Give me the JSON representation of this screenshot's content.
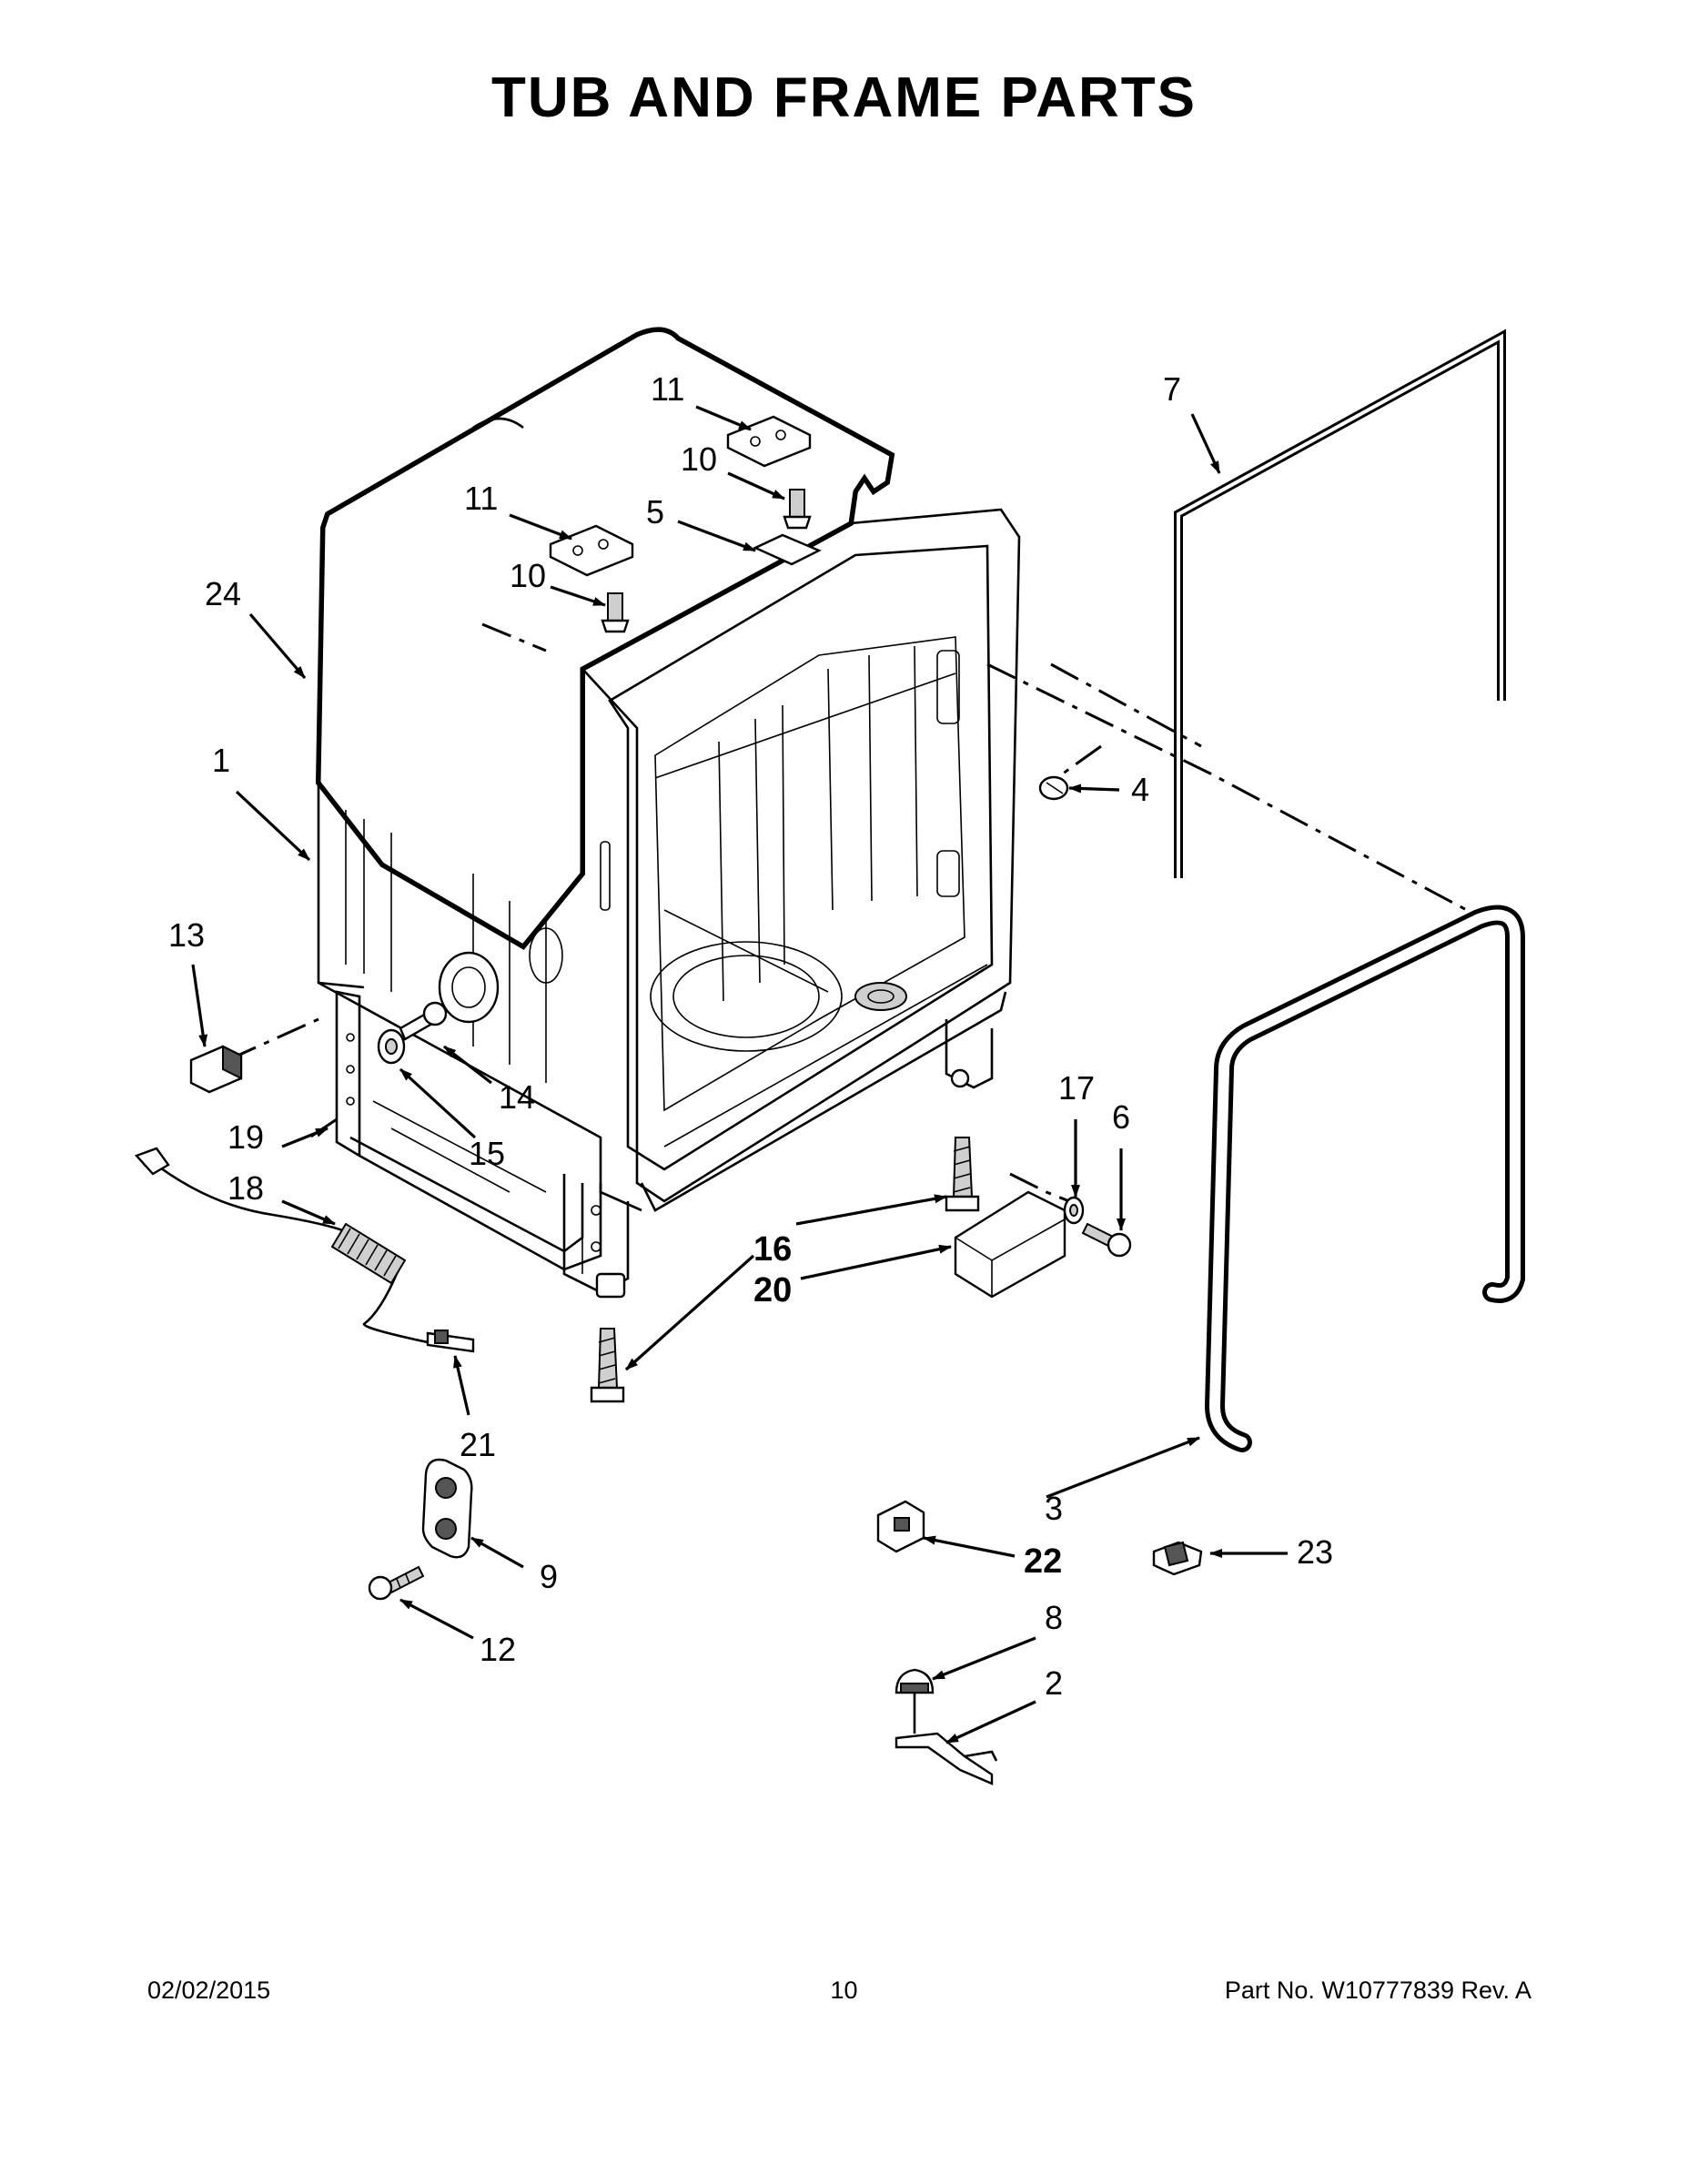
{
  "title": "TUB AND FRAME PARTS",
  "callouts": {
    "c1": "1",
    "c2": "2",
    "c3": "3",
    "c4": "4",
    "c5": "5",
    "c6": "6",
    "c7": "7",
    "c8": "8",
    "c9": "9",
    "c10a": "10",
    "c10b": "10",
    "c11a": "11",
    "c11b": "11",
    "c12": "12",
    "c13": "13",
    "c14": "14",
    "c15": "15",
    "c16": "16",
    "c17": "17",
    "c18": "18",
    "c19": "19",
    "c20": "20",
    "c21": "21",
    "c22": "22",
    "c23": "23",
    "c24": "24"
  },
  "footer": {
    "date": "02/02/2015",
    "page": "10",
    "part_no": "Part No.  W10777839  Rev.  A"
  }
}
